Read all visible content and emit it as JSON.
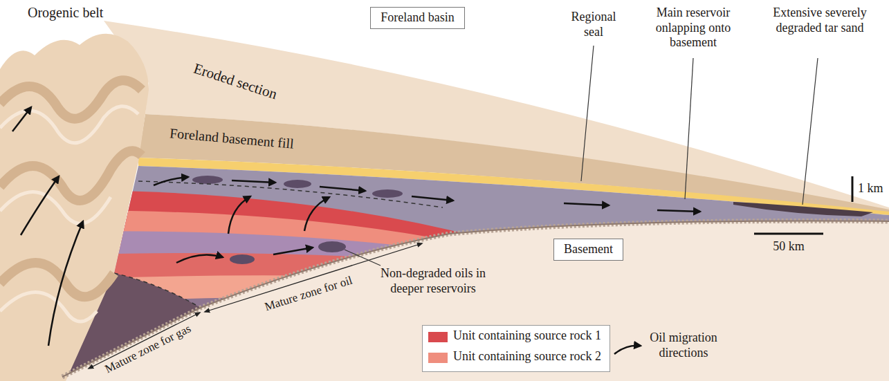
{
  "diagram": {
    "nodes": [
      {
        "text": [
          "Foreland basin"
        ]
      },
      {
        "text": [
          "Basement"
        ]
      }
    ],
    "labels": [
      "Orogenic belt",
      "Eroded section",
      "Foreland basement fill",
      "Regional seal",
      "Main reservoir onlapping onto basement",
      "Extensive severely degraded tar sand",
      "1 km",
      "50 km",
      "Non-degraded oils in deeper reservoirs",
      "Mature zone for oil",
      "Mature zone for gas"
    ],
    "legend": [
      {
        "text": "Unit containing source rock 1",
        "color": "#d94a4e"
      },
      {
        "text": "Unit containing source rock 2",
        "color": "#ef8e7e"
      },
      {
        "text": "Oil migration directions"
      }
    ]
  }
}
